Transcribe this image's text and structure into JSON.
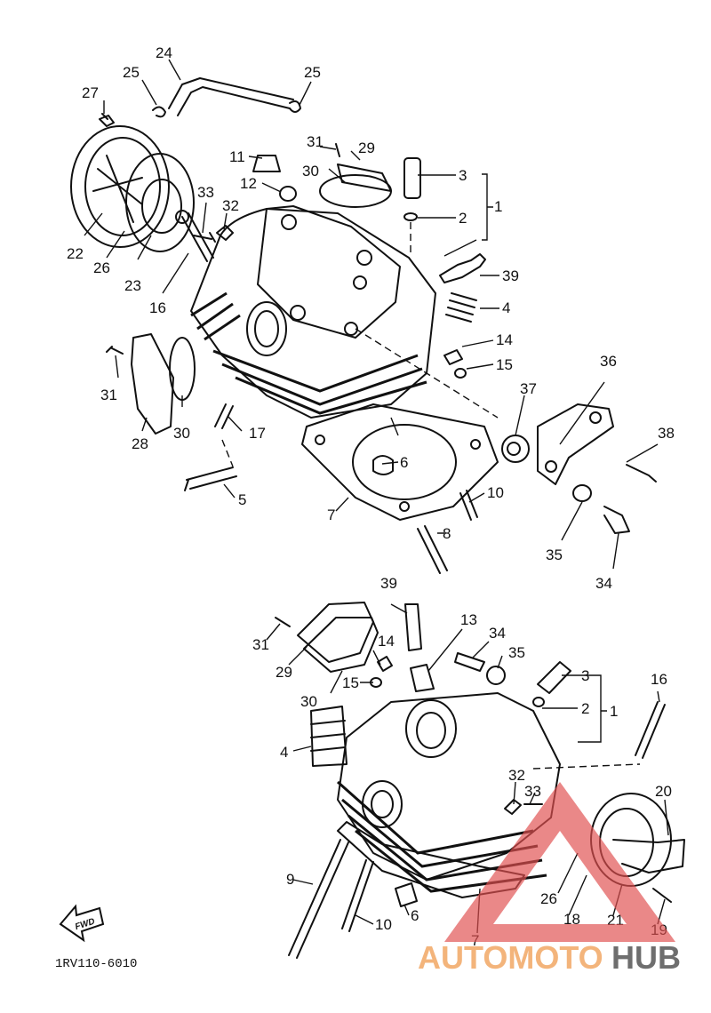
{
  "diagram_code": "1RV110-6010",
  "fwd_label": "FWD",
  "watermark": {
    "word1": "AUTOMOTO",
    "word2": "HUB",
    "color1": "#f2a765",
    "color2": "#555555",
    "logo_color": "#e05050"
  },
  "callouts": {
    "c1a": "1",
    "c2a": "2",
    "c3a": "3",
    "c4a": "4",
    "c5": "5",
    "c6a": "6",
    "c7a": "7",
    "c8": "8",
    "c10a": "10",
    "c11": "11",
    "c12": "12",
    "c14a": "14",
    "c15a": "15",
    "c16a": "16",
    "c17": "17",
    "c22": "22",
    "c23": "23",
    "c24": "24",
    "c25a": "25",
    "c25b": "25",
    "c26a": "26",
    "c27": "27",
    "c28": "28",
    "c29a": "29",
    "c30a": "30",
    "c30b": "30",
    "c31a": "31",
    "c31b": "31",
    "c32a": "32",
    "c33a": "33",
    "c34a": "34",
    "c35a": "35",
    "c36": "36",
    "c37": "37",
    "c38": "38",
    "c39a": "39",
    "c39b": "39",
    "c13": "13",
    "c34b": "34",
    "c35b": "35",
    "c3b": "3",
    "c2b": "2",
    "c1b": "1",
    "c16b": "16",
    "c31c": "31",
    "c29b": "29",
    "c14b": "14",
    "c15b": "15",
    "c30c": "30",
    "c4b": "4",
    "c32b": "32",
    "c33b": "33",
    "c20": "20",
    "c9": "9",
    "c10b": "10",
    "c6b": "6",
    "c7b": "7",
    "c26b": "26",
    "c18": "18",
    "c21": "21",
    "c19": "19"
  }
}
